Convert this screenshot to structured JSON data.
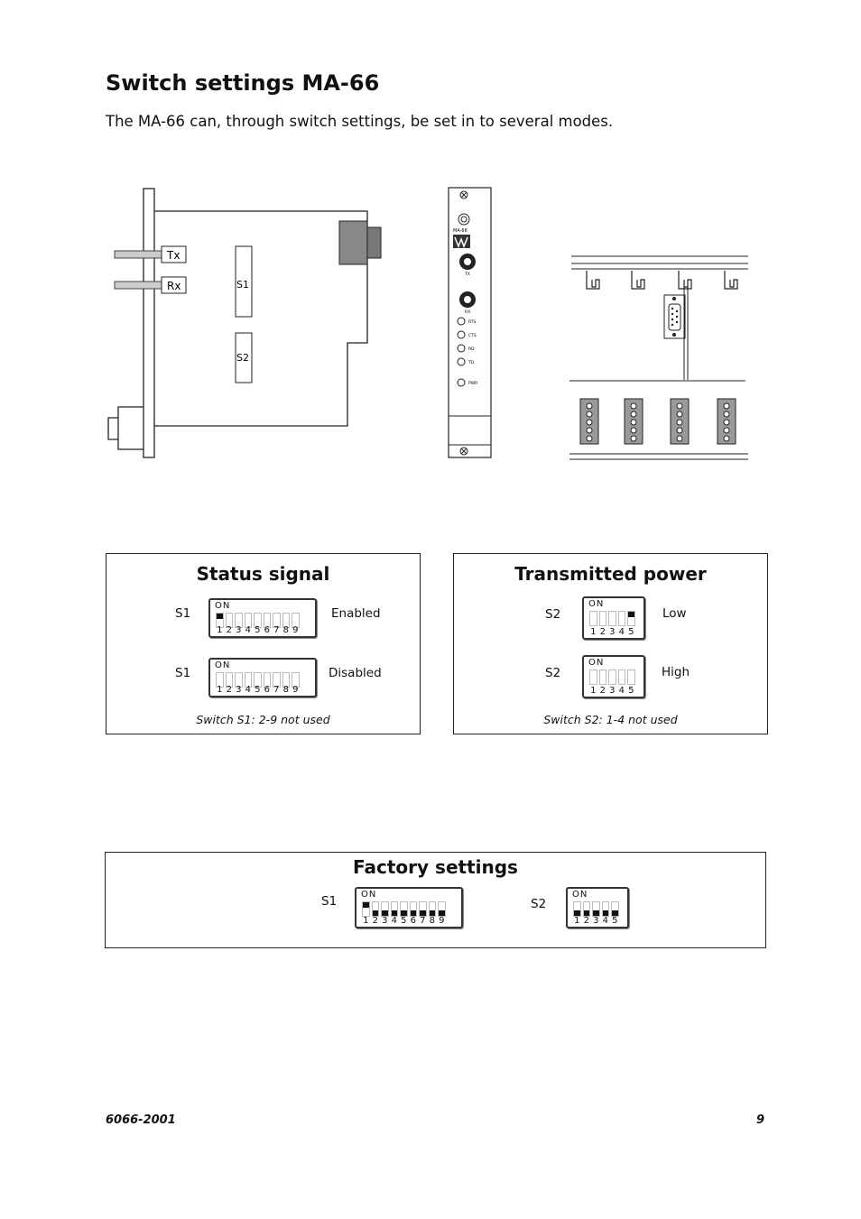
{
  "title": "Switch settings MA-66",
  "intro": "The MA-66 can, through switch settings, be set in to several modes.",
  "diagram": {
    "tx_label": "Tx",
    "rx_label": "Rx",
    "s1_label": "S1",
    "s2_label": "S2",
    "front_panel": {
      "model": "MA-66",
      "tx": "TX",
      "rx": "RX",
      "leds": [
        "RTS",
        "CTS",
        "RD",
        "TD"
      ],
      "pwr": "PWR"
    }
  },
  "status_panel": {
    "title": "Status signal",
    "rows": [
      {
        "switch": "S1",
        "state": "Enabled",
        "on_label": "ON",
        "numbers": [
          "1",
          "2",
          "3",
          "4",
          "5",
          "6",
          "7",
          "8",
          "9"
        ],
        "on_positions": [
          1
        ]
      },
      {
        "switch": "S1",
        "state": "Disabled",
        "on_label": "ON",
        "numbers": [
          "1",
          "2",
          "3",
          "4",
          "5",
          "6",
          "7",
          "8",
          "9"
        ],
        "on_positions": []
      }
    ],
    "note": "Switch S1: 2-9 not used"
  },
  "power_panel": {
    "title": "Transmitted power",
    "rows": [
      {
        "switch": "S2",
        "state": "Low",
        "on_label": "ON",
        "numbers": [
          "1",
          "2",
          "3",
          "4",
          "5"
        ],
        "on_positions": [
          5
        ]
      },
      {
        "switch": "S2",
        "state": "High",
        "on_label": "ON",
        "numbers": [
          "1",
          "2",
          "3",
          "4",
          "5"
        ],
        "on_positions": []
      }
    ],
    "note": "Switch S2: 1-4 not used"
  },
  "factory_panel": {
    "title": "Factory settings",
    "s1": {
      "switch": "S1",
      "on_label": "ON",
      "numbers": [
        "1",
        "2",
        "3",
        "4",
        "5",
        "6",
        "7",
        "8",
        "9"
      ],
      "on_positions": [
        1
      ]
    },
    "s2": {
      "switch": "S2",
      "on_label": "ON",
      "numbers": [
        "1",
        "2",
        "3",
        "4",
        "5"
      ],
      "on_positions": []
    }
  },
  "footer": {
    "doc_number": "6066-2001",
    "page": "9"
  }
}
